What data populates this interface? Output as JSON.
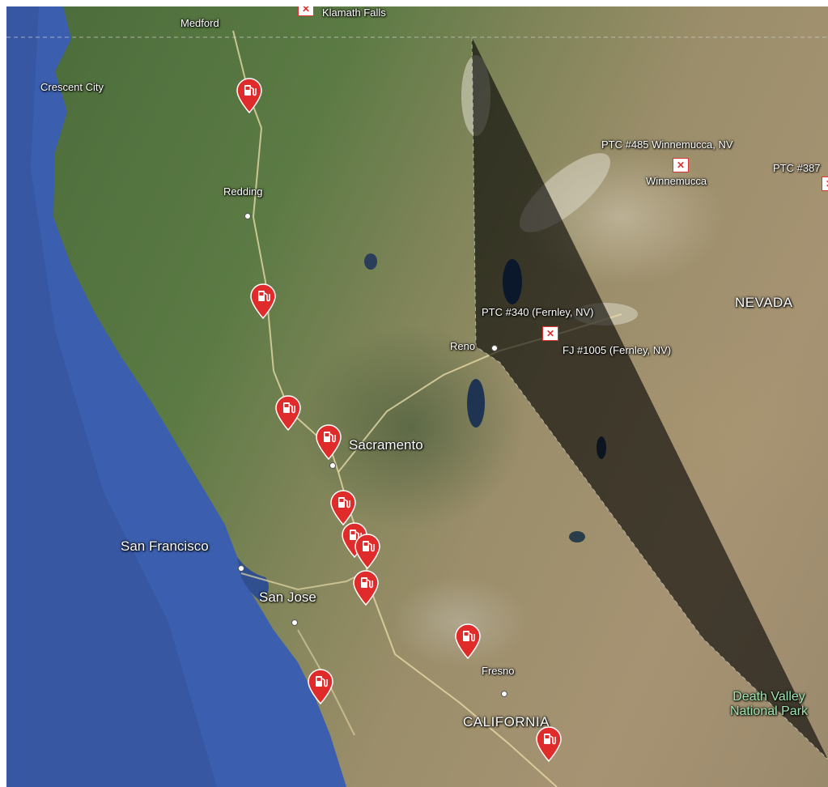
{
  "map": {
    "type": "satellite",
    "colors": {
      "ocean": "#3b5fae",
      "pin": "#e02b2b",
      "label": "#ffffff",
      "park_label": "#9fe6b0"
    },
    "place_labels": {
      "medford": "Medford",
      "klamath_falls": "Klamath Falls",
      "crescent_city": "Crescent City",
      "redding": "Redding",
      "reno": "Reno",
      "sacramento": "Sacramento",
      "san_francisco": "San Francisco",
      "san_jose": "San Jose",
      "fresno": "Fresno",
      "california": "CALIFORNIA",
      "nevada": "NEVADA",
      "winnemucca": "Winnemucca",
      "death_valley": "Death Valley National Park"
    },
    "poi_labels": {
      "ptc_485": "PTC #485 Winnemucca, NV",
      "ptc_387": "PTC #387",
      "ptc_340": "PTC #340 (Fernley, NV)",
      "fj_1005": "FJ #1005 (Fernley, NV)"
    },
    "icons": {
      "fuel_pin": "fuel-station-pin-icon",
      "truck_stop": "truck-stop-icon",
      "city_dot": "city-dot-icon"
    }
  }
}
